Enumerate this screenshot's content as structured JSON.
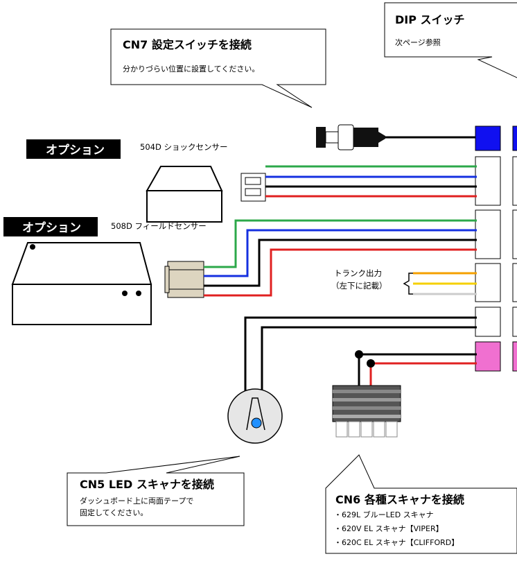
{
  "callouts": {
    "dip": {
      "title": "DIP スイッチ",
      "body": "次ページ参照"
    },
    "cn7": {
      "title": "CN7  設定スイッチを接続",
      "body": "分かりづらい位置に設置してください。"
    },
    "cn5": {
      "title": "CN5  LED スキャナを接続",
      "body_lines": [
        "ダッシュボード上に両面テープで",
        "固定してください。"
      ]
    },
    "cn6": {
      "title": "CN6  各種スキャナを接続",
      "items": [
        "・629L  ブルーLED スキャナ",
        "・620V  EL スキャナ【VIPER】",
        "・620C  EL スキャナ【CLIFFORD】"
      ]
    }
  },
  "options": {
    "option1": {
      "badge": "オプション",
      "label": "504D  ショックセンサー"
    },
    "option2": {
      "badge": "オプション",
      "label": "508D  フィールドセンサー"
    }
  },
  "trunk": {
    "line1": "トランク出力",
    "line2": "（左下に記載）"
  },
  "colors": {
    "green": "#2ca84a",
    "blue": "#1530e0",
    "black": "#000000",
    "red": "#e02020",
    "orange": "#f5a000",
    "yellow": "#f5d000",
    "gray": "#cccccc",
    "connector_blue": "#1010f0",
    "connector_pink": "#f070d0",
    "plug_beige": "#ddd5c0"
  }
}
